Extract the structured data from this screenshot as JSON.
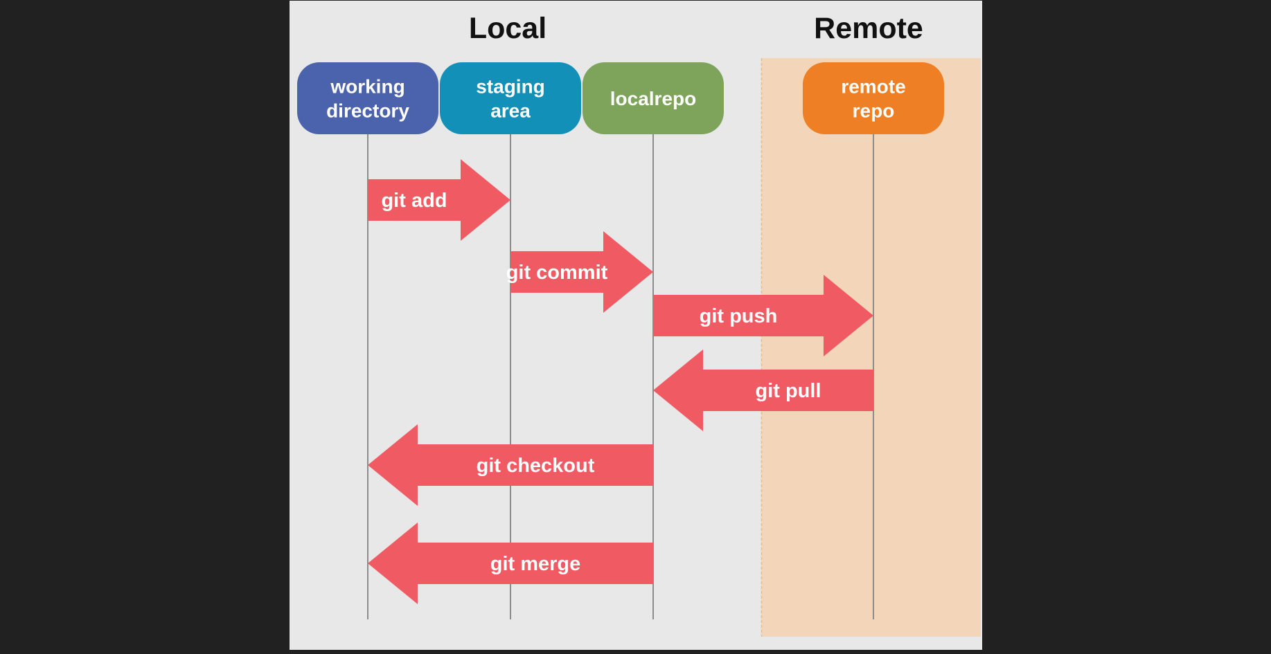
{
  "headings": {
    "local": "Local",
    "remote": "Remote"
  },
  "locations": [
    {
      "id": "working-directory",
      "lines": [
        "working",
        "directory"
      ],
      "color": "#4b63ad"
    },
    {
      "id": "staging-area",
      "lines": [
        "staging",
        "area"
      ],
      "color": "#1390b8"
    },
    {
      "id": "localrepo",
      "lines": [
        "localrepo"
      ],
      "color": "#7da45a"
    },
    {
      "id": "remote-repo",
      "lines": [
        "remote",
        "repo"
      ],
      "color": "#ee7f24"
    }
  ],
  "commands": [
    {
      "id": "git-add",
      "label": "git add",
      "from": "working-directory",
      "to": "staging-area"
    },
    {
      "id": "git-commit",
      "label": "git commit",
      "from": "staging-area",
      "to": "localrepo"
    },
    {
      "id": "git-push",
      "label": "git push",
      "from": "localrepo",
      "to": "remote-repo"
    },
    {
      "id": "git-pull",
      "label": "git pull",
      "from": "remote-repo",
      "to": "localrepo"
    },
    {
      "id": "git-checkout",
      "label": "git checkout",
      "from": "localrepo",
      "to": "working-directory"
    },
    {
      "id": "git-merge",
      "label": "git merge",
      "from": "localrepo",
      "to": "working-directory"
    }
  ],
  "colors": {
    "page_background": "#212121",
    "panel_background": "#e8e8e8",
    "remote_zone": "#f3d6b9",
    "remote_zone_border": "#e8b98c",
    "arrow": "#f05a62",
    "lifeline": "#8c8c8c",
    "heading_text": "#111111",
    "label_text": "#ffffff"
  }
}
